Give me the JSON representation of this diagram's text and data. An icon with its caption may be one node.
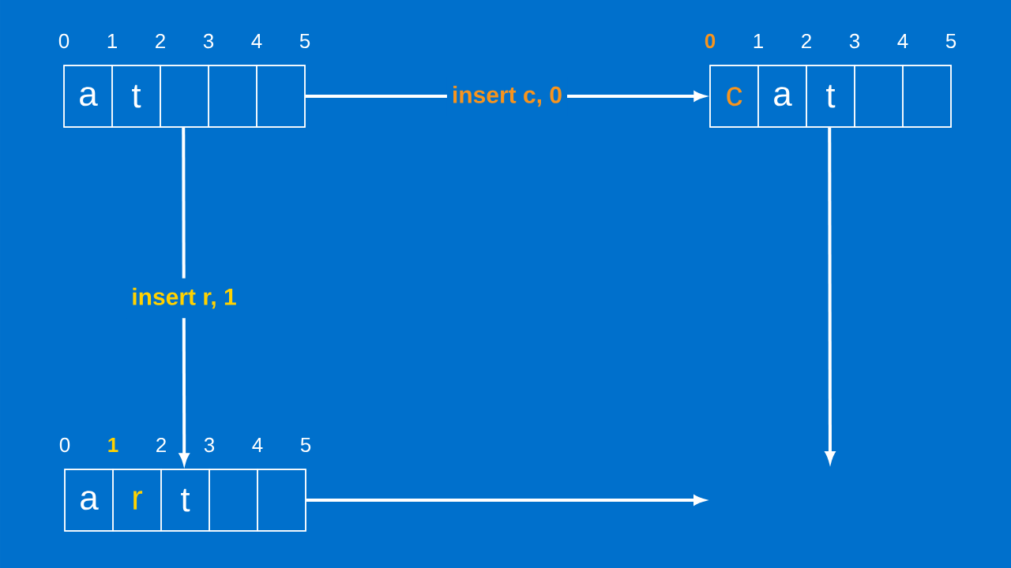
{
  "diagram": {
    "nodes": [
      {
        "text": [],
        "shape": "box"
      },
      {
        "text": [
          "a"
        ],
        "in": 0
      },
      {
        "text": [
          "t"
        ],
        "in": 0
      },
      {
        "text": [],
        "shape": "box",
        "in": 0
      },
      {
        "text": [],
        "shape": "box",
        "in": 0
      },
      {
        "text": [],
        "shape": "box",
        "in": 0
      },
      {
        "text": [],
        "shape": "box"
      },
      {
        "text": [
          "c"
        ],
        "in": 6
      },
      {
        "text": [
          "a"
        ],
        "in": 6
      },
      {
        "text": [
          "t"
        ],
        "in": 6
      },
      {
        "text": [],
        "shape": "box",
        "in": 6
      },
      {
        "text": [],
        "shape": "box",
        "in": 6
      },
      {
        "text": [],
        "shape": "box"
      },
      {
        "text": [
          "a"
        ],
        "in": 12
      },
      {
        "text": [
          "r"
        ],
        "in": 12
      },
      {
        "text": [
          "t"
        ],
        "in": 12
      },
      {
        "text": [],
        "shape": "box",
        "in": 12
      },
      {
        "text": [],
        "shape": "box",
        "in": 12
      }
    ],
    "edges": [
      {
        "from": 0,
        "to": 6,
        "arrow": "to",
        "label": "insert c, 0"
      },
      {
        "from": 0,
        "to": 12,
        "arrow": "to",
        "label": "insert r, 1"
      },
      {
        "from": 6,
        "to": null,
        "arrow": "to"
      },
      {
        "from": 12,
        "to": null,
        "arrow": "to"
      }
    ],
    "labels": [
      "0",
      "1",
      "2",
      "3",
      "4",
      "5",
      "0",
      "1",
      "2",
      "3",
      "4",
      "5",
      "0",
      "1",
      "2",
      "3",
      "4",
      "5"
    ]
  }
}
